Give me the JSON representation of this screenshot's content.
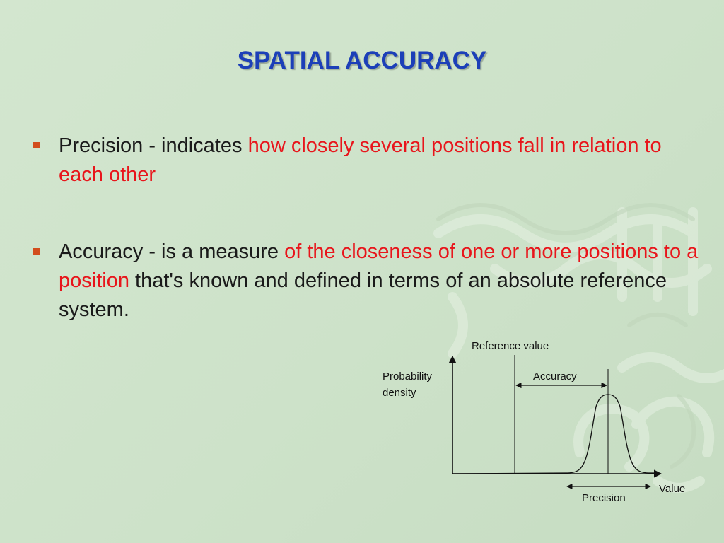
{
  "slide": {
    "title": "SPATIAL ACCURACY",
    "bullets": [
      {
        "label": "Precision - indicates ",
        "highlight": "how closely several positions fall in relation to each other",
        "rest": ""
      },
      {
        "label": "Accuracy -  is a measure ",
        "highlight": "of the closeness of one or more positions to a position",
        "rest": " that's known and defined in terms of an absolute reference system."
      }
    ]
  },
  "diagram": {
    "reference_label": "Reference value",
    "y_label_line1": "Probability",
    "y_label_line2": "density",
    "accuracy_label": "Accuracy",
    "precision_label": "Precision",
    "x_label": "Value"
  },
  "colors": {
    "title": "#1c3fb8",
    "highlight": "#e8151b",
    "bullet_marker": "#d24d1d",
    "background": "#cfe3cb"
  }
}
